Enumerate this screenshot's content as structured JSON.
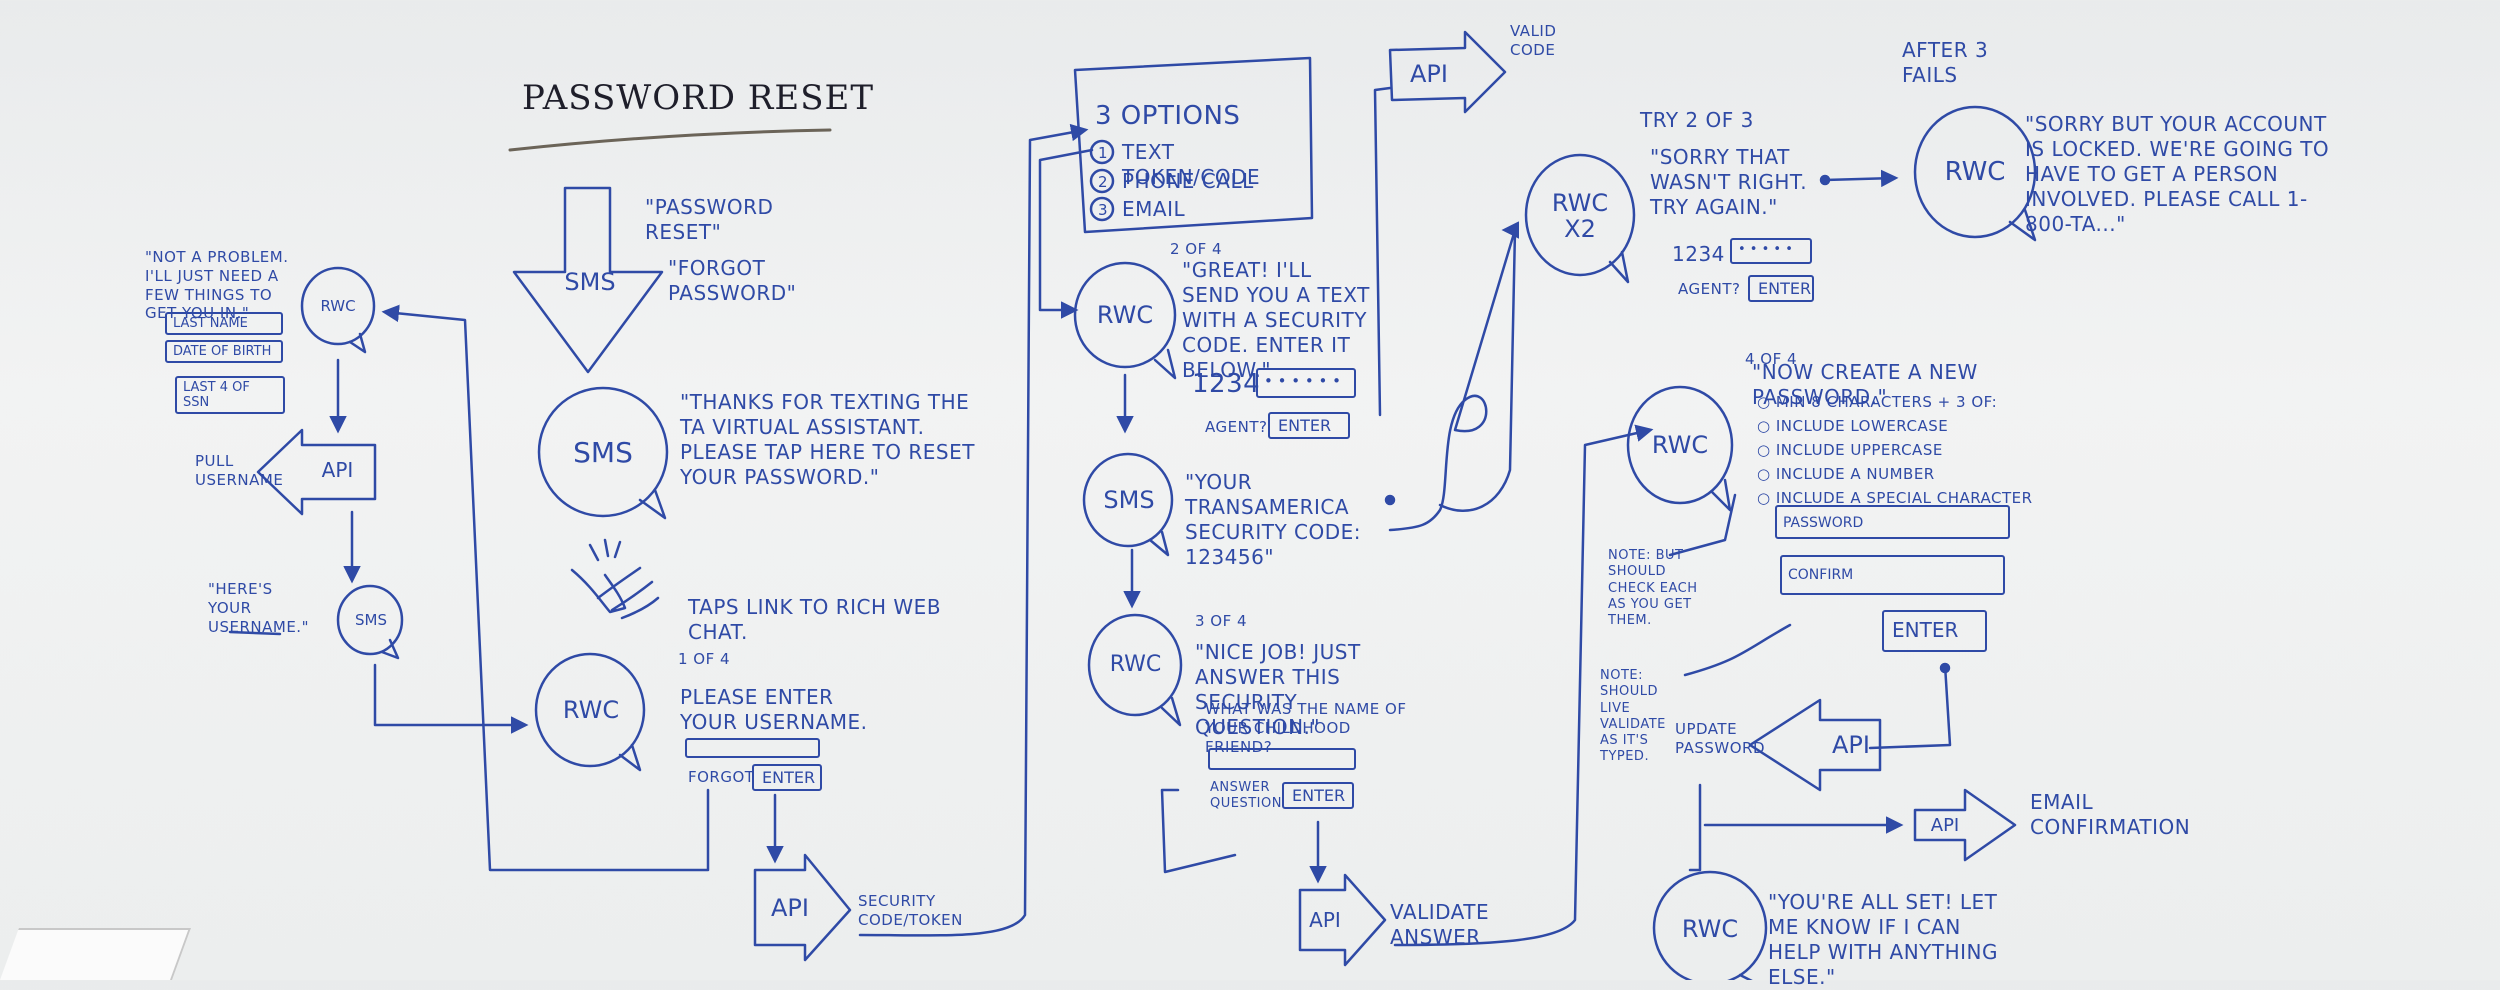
{
  "title": "Password Reset",
  "left": {
    "quote1": "\"Not a problem. I'll just need a few things to get you in.\"",
    "fields": [
      "Last Name",
      "Date of Birth",
      "Last 4 of SSN"
    ],
    "rwc": "RWC",
    "api": "API",
    "pull_username": "Pull username",
    "quote2": "\"Here's your username.\"",
    "sms": "SMS"
  },
  "center_left": {
    "sms_arrow": "SMS",
    "quote_password": "\"Password Reset\"",
    "quote_forgot": "\"Forgot Password\"",
    "sms_bubble": "SMS",
    "thanks": "\"Thanks for texting the TA virtual assistant. Please tap here to reset your password.\"",
    "taps": "Taps link to rich web chat.",
    "rwc": "RWC",
    "step": "1 of 4",
    "enter_username": "Please enter your username.",
    "forgot": "Forgot",
    "enter": "Enter",
    "api": "API",
    "security": "Security code/token"
  },
  "center": {
    "options_title": "3 Options",
    "options": [
      "Text token/code",
      "Phone call",
      "Email"
    ],
    "option_nums": [
      "1",
      "2",
      "3"
    ],
    "step2": "2 of 4",
    "rwc": "RWC",
    "great": "\"Great! I'll send you a text with a security code. Enter it below.\"",
    "code_prefix": "1234",
    "code_mask": "• • • • • •",
    "agent": "Agent?",
    "enter": "Enter",
    "sms": "SMS",
    "transamerica": "\"Your Transamerica security code: 123456\"",
    "step3": "3 of 4",
    "rwc2": "RWC",
    "nice": "\"Nice job! Just answer this security question.\"",
    "question": "What was the name of your childhood friend?",
    "answer_q": "Answer question",
    "enter2": "Enter",
    "api": "API",
    "validate": "Validate answer",
    "api_top": "API",
    "valid_code": "Valid code"
  },
  "right": {
    "try": "Try 2 of 3",
    "rwc_x2": "RWC\nx2",
    "sorry": "\"Sorry that wasn't right. Try again.\"",
    "code_prefix": "1234",
    "code_mask": "• • • • •",
    "agent": "Agent?",
    "enter": "Enter",
    "after": "After 3 fails",
    "rwc_locked": "RWC",
    "locked": "\"Sorry but your account is locked. We're going to have to get a person involved. Please call 1-800-TA...\"",
    "step4": "4 of 4",
    "rwc_new": "RWC",
    "create": "\"Now create a new password.\"",
    "rules": [
      "○ Min 8 characters + 3 of:",
      "○ Include lowercase",
      "○ Include uppercase",
      "○ Include a number",
      "○ Include a special character"
    ],
    "note1": "Note: but should check each as you get them.",
    "password": "Password",
    "confirm": "Confirm",
    "enter2": "Enter",
    "note2": "Note: should live validate as it's typed.",
    "update": "Update password",
    "api": "API",
    "api2": "API",
    "email_conf": "Email confirmation",
    "rwc_done": "RWC",
    "all_set": "\"You're all set! Let me know if I can help with anything else.\""
  },
  "colors": {
    "ink": "#2f4aa6",
    "board": "#eceeee",
    "title_ink": "#1e1e2a"
  }
}
